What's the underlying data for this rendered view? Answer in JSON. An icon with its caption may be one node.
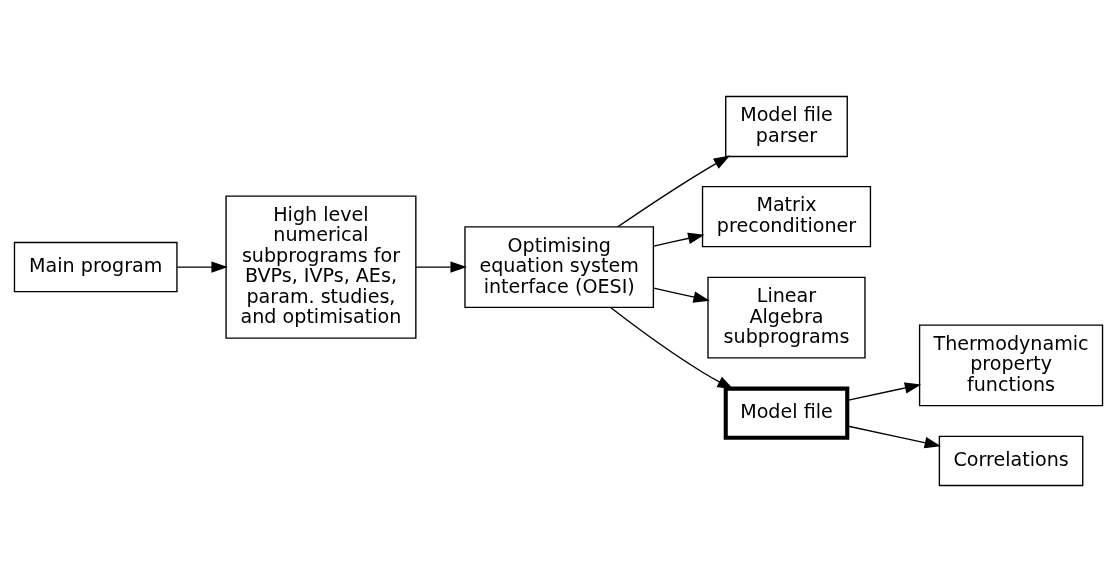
{
  "diagram": {
    "nodes": [
      {
        "text": [
          "Main program"
        ]
      },
      {
        "text": [
          "High level numerical subprograms for BVPs, IVPs, AEs, param. studies, and optimisation"
        ]
      },
      {
        "text": [
          "Optimising equation system interface (OESI)"
        ]
      },
      {
        "text": [
          "Model file parser"
        ]
      },
      {
        "text": [
          "Matrix preconditioner"
        ]
      },
      {
        "text": [
          "Linear Algebra subprograms"
        ]
      },
      {
        "text": [
          "Model file"
        ]
      },
      {
        "text": [
          "Thermodynamic property functions"
        ]
      },
      {
        "text": [
          "Correlations"
        ]
      }
    ],
    "edges": [
      {
        "from": 0,
        "to": 1,
        "arrow": "to"
      },
      {
        "from": 1,
        "to": 2,
        "arrow": "to"
      },
      {
        "from": 2,
        "to": 3,
        "arrow": "to"
      },
      {
        "from": 2,
        "to": 4,
        "arrow": "to"
      },
      {
        "from": 2,
        "to": 5,
        "arrow": "to"
      },
      {
        "from": 2,
        "to": 6,
        "arrow": "to"
      },
      {
        "from": 6,
        "to": 7,
        "arrow": "to"
      },
      {
        "from": 6,
        "to": 8,
        "arrow": "to"
      }
    ]
  }
}
